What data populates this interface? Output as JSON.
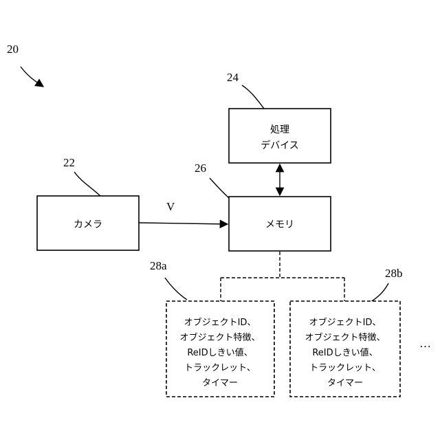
{
  "figure_ref": "20",
  "processing_device": {
    "ref": "24",
    "lines": [
      "処理",
      "デバイス"
    ]
  },
  "camera": {
    "ref": "22",
    "label": "カメラ"
  },
  "memory": {
    "ref": "26",
    "label": "メモリ"
  },
  "video_signal": "V",
  "tracklet_a": {
    "ref": "28a",
    "lines": [
      "オブジェクトID、",
      "オブジェクト特徴、",
      "ReIDしきい値、",
      "トラックレット、",
      "タイマー"
    ]
  },
  "tracklet_b": {
    "ref": "28b",
    "lines": [
      "オブジェクトID、",
      "オブジェクト特徴、",
      "ReIDしきい値、",
      "トラックレット、",
      "タイマー"
    ]
  },
  "ellipsis": "…"
}
